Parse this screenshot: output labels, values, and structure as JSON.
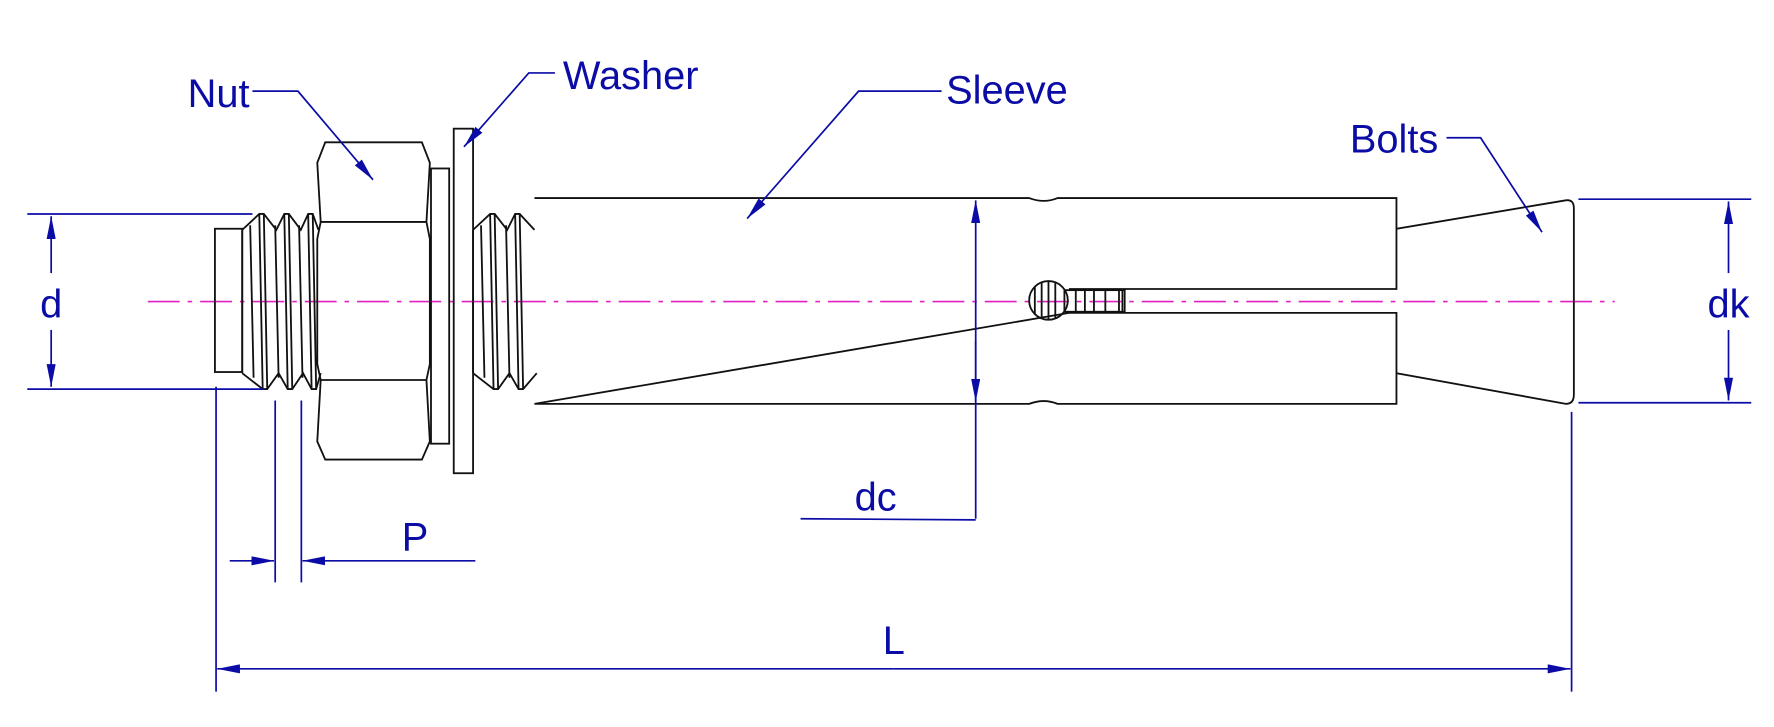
{
  "colors": {
    "annotation": "#0b0ba6",
    "centerline": "#e020c0",
    "outline": "#111111"
  },
  "labels": {
    "nut": "Nut",
    "washer": "Washer",
    "sleeve": "Sleeve",
    "bolts": "Bolts"
  },
  "dimensions": {
    "d": "d",
    "dk": "dk",
    "dc": "dc",
    "p": "P",
    "l": "L"
  }
}
